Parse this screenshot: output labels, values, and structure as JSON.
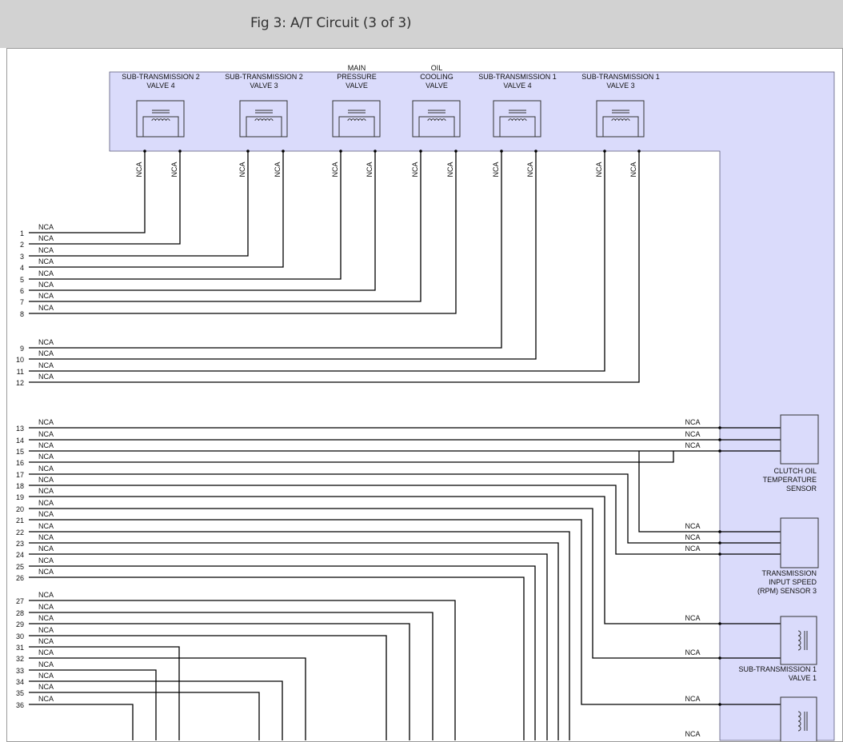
{
  "header": {
    "title": "Fig 3: A/T Circuit (3 of 3)"
  },
  "colors": {
    "module_fill": "#dadbfb",
    "module_stroke": "#5a5a7a",
    "wire": "#000000",
    "titlebar": "#d2d2d2"
  },
  "top_components": [
    {
      "id": "st2v4",
      "lines": [
        "SUB-TRANSMISSION 2",
        "VALVE 4"
      ]
    },
    {
      "id": "st2v3",
      "lines": [
        "SUB-TRANSMISSION 2",
        "VALVE 3"
      ]
    },
    {
      "id": "mpv",
      "lines": [
        "MAIN",
        "PRESSURE",
        "VALVE"
      ]
    },
    {
      "id": "ocv",
      "lines": [
        "OIL",
        "COOLING",
        "VALVE"
      ]
    },
    {
      "id": "st1v4",
      "lines": [
        "SUB-TRANSMISSION 1",
        "VALVE 4"
      ]
    },
    {
      "id": "st1v3",
      "lines": [
        "SUB-TRANSMISSION 1",
        "VALVE 3"
      ]
    }
  ],
  "right_components": [
    {
      "id": "clutch",
      "lines": [
        "CLUTCH OIL",
        "TEMPERATURE",
        "SENSOR"
      ]
    },
    {
      "id": "tis",
      "lines": [
        "TRANSMISSION",
        "INPUT SPEED",
        "(RPM) SENSOR 3"
      ]
    },
    {
      "id": "st1v1",
      "lines": [
        "SUB-TRANSMISSION 1",
        "VALVE 1"
      ]
    }
  ],
  "wire_label": "NCA",
  "pins": [
    "1",
    "2",
    "3",
    "4",
    "5",
    "6",
    "7",
    "8",
    "9",
    "10",
    "11",
    "12",
    "13",
    "14",
    "15",
    "16",
    "17",
    "18",
    "19",
    "20",
    "21",
    "22",
    "23",
    "24",
    "25",
    "26",
    "27",
    "28",
    "29",
    "30",
    "31",
    "32",
    "33",
    "34",
    "35",
    "36"
  ]
}
